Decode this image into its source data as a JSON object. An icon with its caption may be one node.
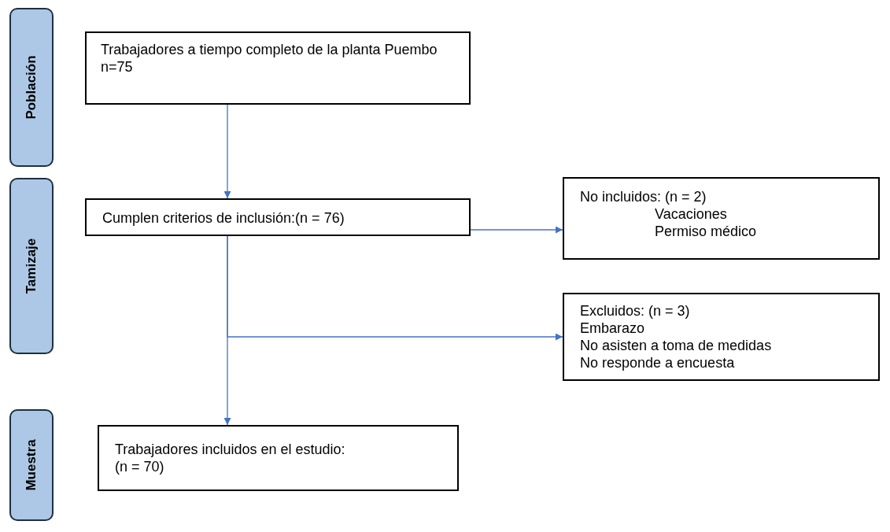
{
  "diagram": {
    "nodes": [
      {
        "text": [
          "Población"
        ]
      },
      {
        "text": [
          "Trabajadores a tiempo completo de la planta Puembo",
          "n=75"
        ]
      },
      {
        "text": [
          "Tamizaje"
        ]
      },
      {
        "text": [
          "Cumplen criterios de inclusión:(n = 76)"
        ]
      },
      {
        "text": [
          "No incluidos: (n = 2)",
          "Vacaciones",
          "Permiso médico"
        ]
      },
      {
        "text": [
          "Excluidos: (n = 3)",
          "Embarazo",
          "No asisten a toma de medidas",
          "No responde a encuesta"
        ]
      },
      {
        "text": [
          "Muestra"
        ]
      },
      {
        "text": [
          "Trabajadores incluidos en el estudio:",
          "(n = 70)"
        ]
      }
    ],
    "edges": [
      {
        "from": 1,
        "to": 3,
        "arrow": "to"
      },
      {
        "from": 3,
        "to": 4,
        "arrow": "to"
      },
      {
        "from": 3,
        "to": 5,
        "arrow": "to"
      },
      {
        "from": 3,
        "to": 7,
        "arrow": "to"
      }
    ]
  }
}
